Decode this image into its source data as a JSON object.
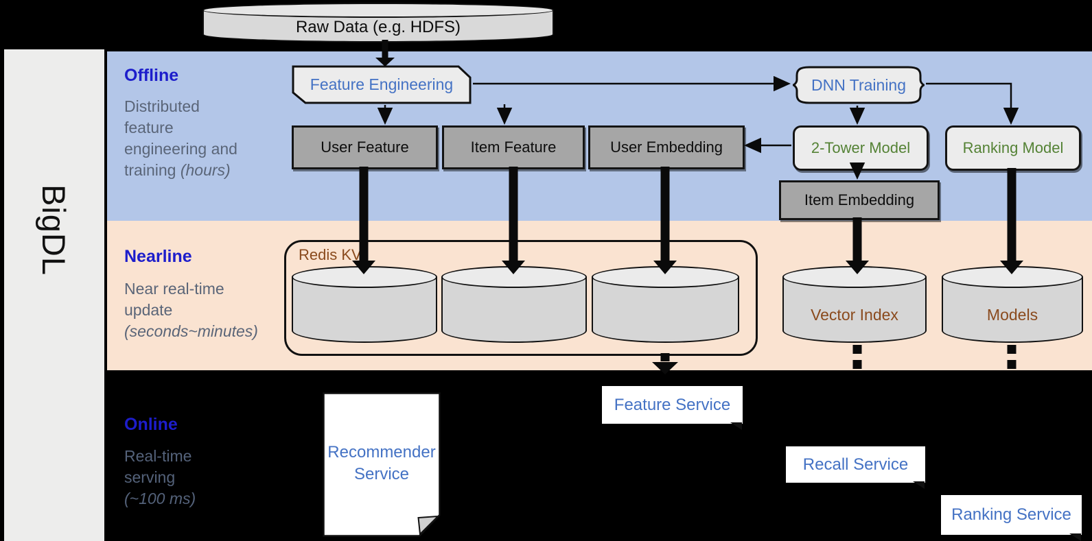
{
  "brand": {
    "label": "BigDL"
  },
  "raw_data": {
    "label": "Raw Data (e.g. HDFS)"
  },
  "sections": {
    "offline": {
      "title": "Offline",
      "desc": "Distributed\nfeature\nengineering and\ntraining ",
      "desc_italic": "(hours)"
    },
    "nearline": {
      "title": "Nearline",
      "desc": "Near real-time\nupdate\n",
      "desc_italic": "(seconds~minutes)"
    },
    "online": {
      "title": "Online",
      "desc": "Real-time\nserving\n",
      "desc_italic": "(~100 ms)"
    }
  },
  "offline_nodes": {
    "feature_engineering": "Feature Engineering",
    "dnn_training": "DNN Training",
    "user_feature": "User Feature",
    "item_feature": "Item Feature",
    "user_embedding": "User Embedding",
    "two_tower_model": "2-Tower Model",
    "ranking_model": "Ranking Model",
    "item_embedding": "Item Embedding"
  },
  "nearline_nodes": {
    "redis_kv": "Redis KV",
    "vector_index": "Vector Index",
    "models": "Models"
  },
  "online_nodes": {
    "recommender_service": "Recommender Service",
    "feature_service": "Feature Service",
    "recall_service": "Recall Service",
    "ranking_service": "Ranking Service"
  },
  "colors": {
    "offline_band": "#b3c6e8",
    "nearline_band": "#fae3d1",
    "online_band": "#000000",
    "section_title": "#1d1dcb",
    "section_desc": "#5a6578",
    "gray_node_fill": "#a6a6a6",
    "light_node_fill": "#ececec",
    "blue_text": "#4472c4",
    "green_text": "#548235",
    "brown_text": "#8a4a1d",
    "sidebar_fill": "#ededec"
  }
}
